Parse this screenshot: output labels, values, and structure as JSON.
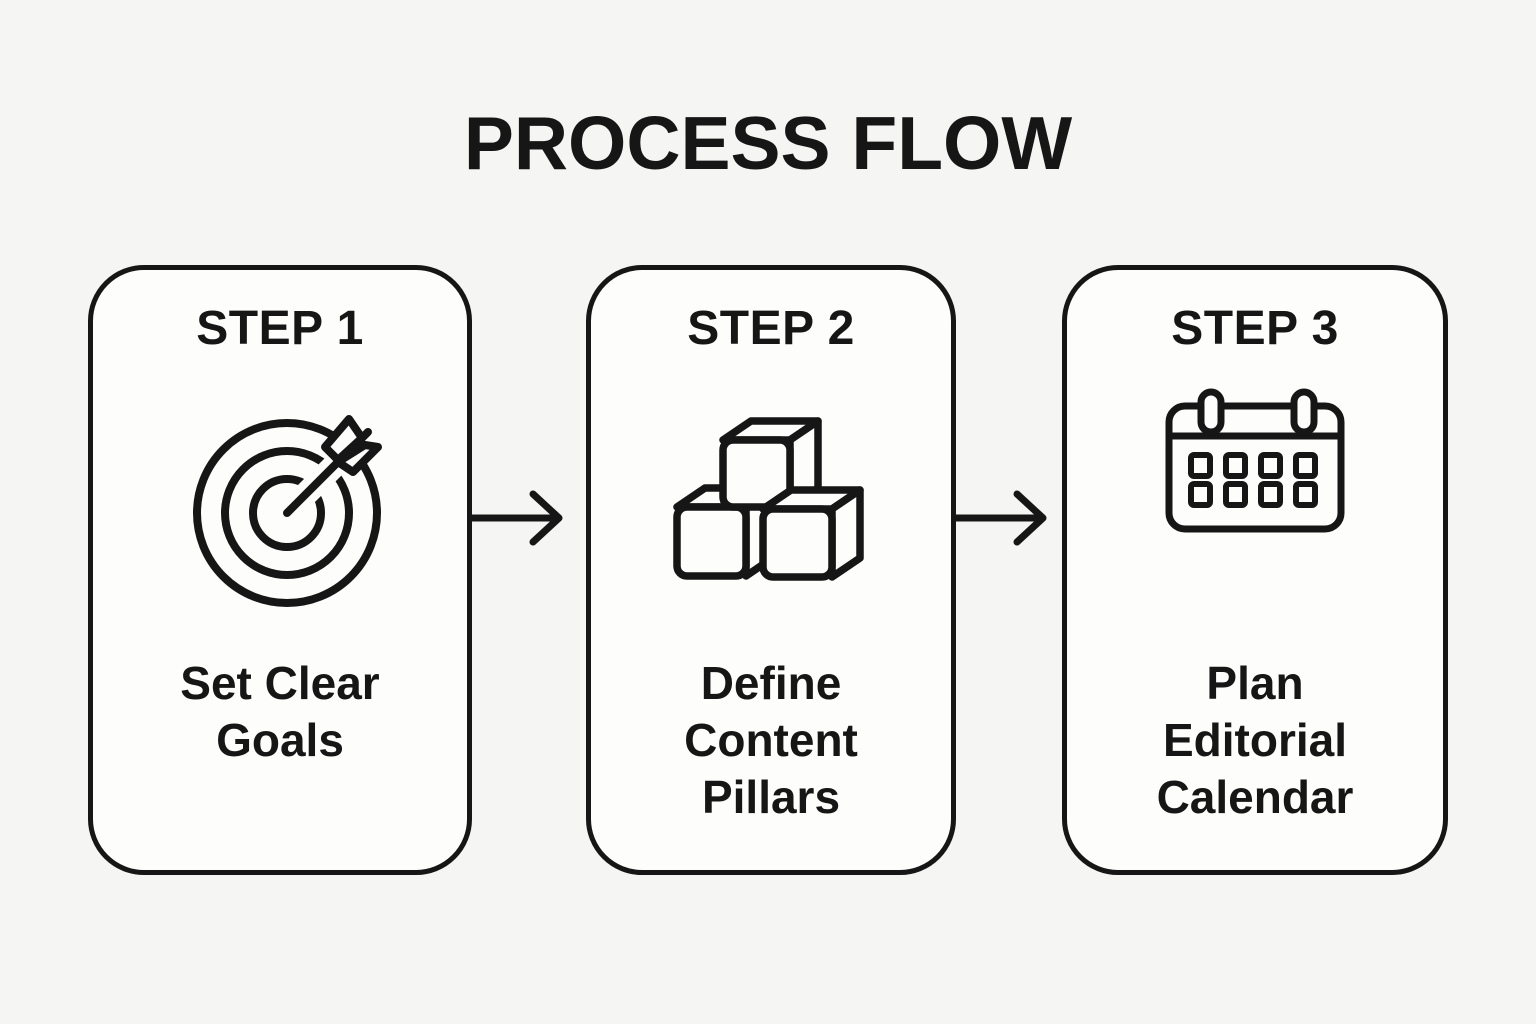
{
  "title": "PROCESS FLOW",
  "steps": [
    {
      "heading": "STEP 1",
      "label": "Set Clear\nGoals",
      "icon": "target-dart-icon"
    },
    {
      "heading": "STEP 2",
      "label": "Define\nContent\nPillars",
      "icon": "building-blocks-icon"
    },
    {
      "heading": "STEP 3",
      "label": "Plan\nEditorial\nCalendar",
      "icon": "calendar-icon"
    }
  ],
  "connectors": [
    {
      "icon": "arrow-right-icon",
      "direction": "right"
    },
    {
      "icon": "arrow-right-icon",
      "direction": "right"
    }
  ],
  "colors": {
    "ink": "#161616",
    "background": "#f5f5f3",
    "card_background": "#fdfdfc"
  }
}
